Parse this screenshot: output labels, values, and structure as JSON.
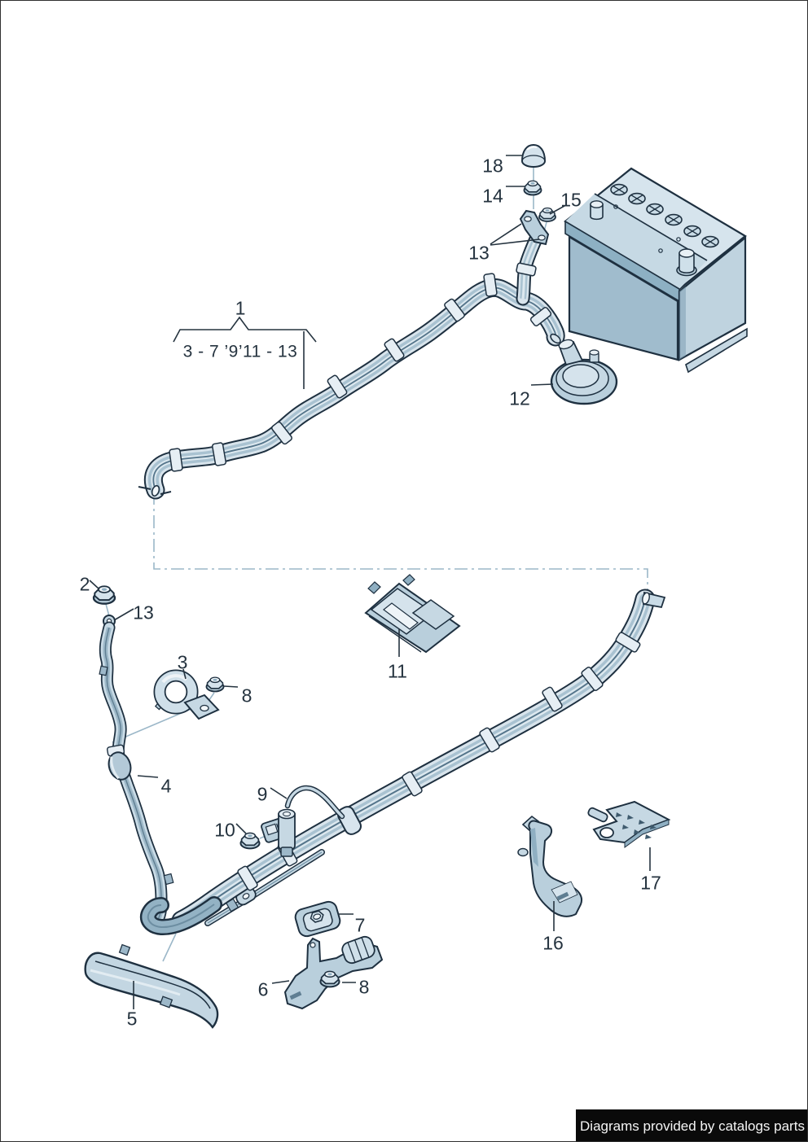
{
  "diagram": {
    "group": {
      "label": "1",
      "range": "3 - 7   ’9’11 - 13"
    },
    "callouts": [
      {
        "part": "18"
      },
      {
        "part": "14"
      },
      {
        "part": "15"
      },
      {
        "part": "13"
      },
      {
        "part": "12"
      },
      {
        "part": "2"
      },
      {
        "part": "13"
      },
      {
        "part": "3"
      },
      {
        "part": "8"
      },
      {
        "part": "11"
      },
      {
        "part": "4"
      },
      {
        "part": "9"
      },
      {
        "part": "10"
      },
      {
        "part": "7"
      },
      {
        "part": "16"
      },
      {
        "part": "17"
      },
      {
        "part": "6"
      },
      {
        "part": "8"
      },
      {
        "part": "5"
      }
    ],
    "colors": {
      "outline": "#1e3040",
      "fill_light": "#d6e3ec",
      "fill_medium": "#aac3d2",
      "fill_dark": "#8fafc2",
      "leader_accent": "#9bb7c8",
      "banner_bg": "#0a0a0a",
      "banner_fg": "#f5f5f5"
    }
  },
  "banner": {
    "text": "Diagrams provided by catalogs parts"
  }
}
